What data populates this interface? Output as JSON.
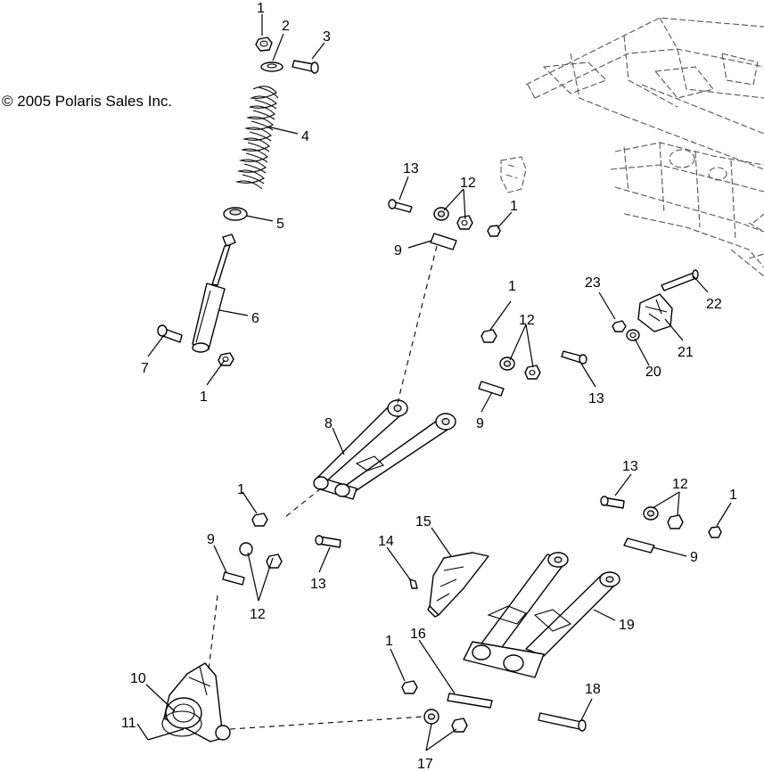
{
  "copyright": "© 2005 Polaris Sales Inc.",
  "callouts": [
    {
      "id": "c1a",
      "text": "1"
    },
    {
      "id": "c2",
      "text": "2"
    },
    {
      "id": "c3",
      "text": "3"
    },
    {
      "id": "c4",
      "text": "4"
    },
    {
      "id": "c5",
      "text": "5"
    },
    {
      "id": "c6",
      "text": "6"
    },
    {
      "id": "c7",
      "text": "7"
    },
    {
      "id": "c1b",
      "text": "1"
    },
    {
      "id": "c13a",
      "text": "13"
    },
    {
      "id": "c12a",
      "text": "12"
    },
    {
      "id": "c1c",
      "text": "1"
    },
    {
      "id": "c9a",
      "text": "9"
    },
    {
      "id": "c1d",
      "text": "1"
    },
    {
      "id": "c12b",
      "text": "12"
    },
    {
      "id": "c13b",
      "text": "13"
    },
    {
      "id": "c9b",
      "text": "9"
    },
    {
      "id": "c8",
      "text": "8"
    },
    {
      "id": "c23",
      "text": "23"
    },
    {
      "id": "c22",
      "text": "22"
    },
    {
      "id": "c21",
      "text": "21"
    },
    {
      "id": "c20",
      "text": "20"
    },
    {
      "id": "c13c",
      "text": "13"
    },
    {
      "id": "c12c",
      "text": "12"
    },
    {
      "id": "c1e",
      "text": "1"
    },
    {
      "id": "c9c",
      "text": "9"
    },
    {
      "id": "c1f",
      "text": "1"
    },
    {
      "id": "c9d",
      "text": "9"
    },
    {
      "id": "c12d",
      "text": "12"
    },
    {
      "id": "c13d",
      "text": "13"
    },
    {
      "id": "c14",
      "text": "14"
    },
    {
      "id": "c15",
      "text": "15"
    },
    {
      "id": "c19",
      "text": "19"
    },
    {
      "id": "c10",
      "text": "10"
    },
    {
      "id": "c11",
      "text": "11"
    },
    {
      "id": "c1g",
      "text": "1"
    },
    {
      "id": "c16",
      "text": "16"
    },
    {
      "id": "c18",
      "text": "18"
    },
    {
      "id": "c17",
      "text": "17"
    }
  ]
}
